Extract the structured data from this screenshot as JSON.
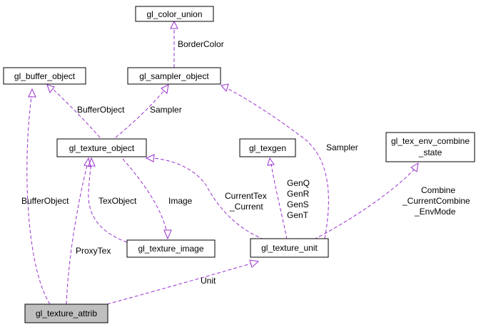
{
  "colors": {
    "edge": "#9a32cd",
    "highlight_fill": "#bfbfbf",
    "box_stroke": "#000000"
  },
  "nodes": {
    "gl_color_union": "gl_color_union",
    "gl_buffer_object": "gl_buffer_object",
    "gl_sampler_object": "gl_sampler_object",
    "gl_texture_object": "gl_texture_object",
    "gl_texgen": "gl_texgen",
    "gl_tex_env_combine_state_line1": "gl_tex_env_combine",
    "gl_tex_env_combine_state_line2": "_state",
    "gl_texture_image": "gl_texture_image",
    "gl_texture_unit": "gl_texture_unit",
    "gl_texture_attrib": "gl_texture_attrib"
  },
  "edge_labels": {
    "border_color": "BorderColor",
    "buffer_object_to_texobj": "BufferObject",
    "sampler_to_texobj": "Sampler",
    "sampler_to_unit": "Sampler",
    "buffer_object_to_attrib": "BufferObject",
    "tex_object": "TexObject",
    "image": "Image",
    "current_tex_1": "CurrentTex",
    "current_tex_2": "_Current",
    "texgen_1": "GenQ",
    "texgen_2": "GenR",
    "texgen_3": "GenS",
    "texgen_4": "GenT",
    "combine_1": "Combine",
    "combine_2": "_CurrentCombine",
    "combine_3": "_EnvMode",
    "proxy_tex": "ProxyTex",
    "unit": "Unit"
  }
}
